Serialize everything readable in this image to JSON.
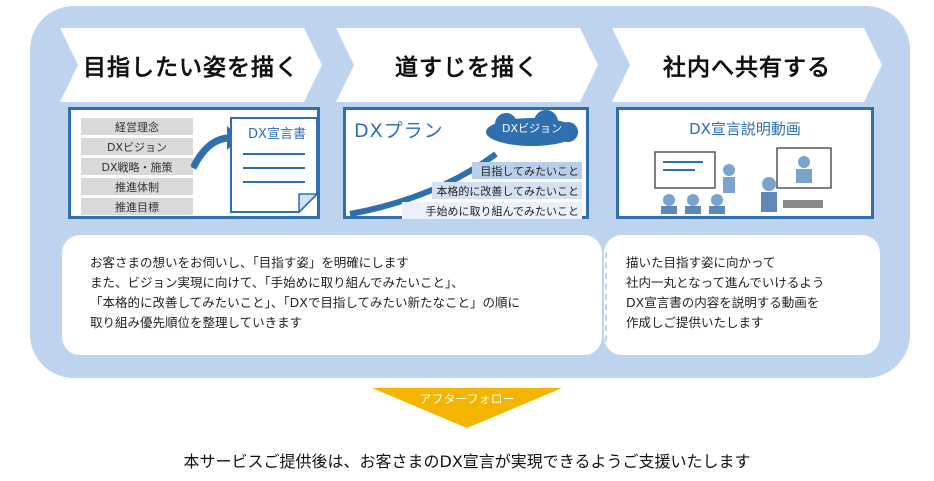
{
  "steps": [
    {
      "label": "目指したい姿を描く"
    },
    {
      "label": "道すじを描く"
    },
    {
      "label": "社内へ共有する"
    }
  ],
  "card1": {
    "items": [
      "経営理念",
      "DXビジョン",
      "DX戦略・施策",
      "推進体制",
      "推進目標"
    ],
    "doc_title": "DX宣言書"
  },
  "card2": {
    "title": "DXプラン",
    "cloud": "DXビジョン",
    "goals": [
      "目指してみたいこと",
      "本格的に改善してみたいこと",
      "手始めに取り組んでみたいこと"
    ]
  },
  "card3": {
    "title": "DX宣言説明動画"
  },
  "desc_left": [
    "お客さまの想いをお伺いし、「目指す姿」を明確にします",
    "また、ビジョン実現に向けて、「手始めに取り組んでみたいこと」、",
    "「本格的に改善してみたいこと」、「DXで目指してみたい新たなこと」の順に",
    "取り組み優先順位を整理していきます"
  ],
  "desc_right": [
    "描いた目指す姿に向かって",
    "社内一丸となって進んでいけるよう",
    "DX宣言書の内容を説明する動画を",
    "作成しご提供いたします"
  ],
  "after_follow": "アフターフォロー",
  "footer": "本サービスご提供後は、お客さまのDX宣言が実現できるようご支援いたします",
  "colors": {
    "panel": "#bdd3ee",
    "accent": "#2f6fb0",
    "arrow": "#f5b400"
  }
}
